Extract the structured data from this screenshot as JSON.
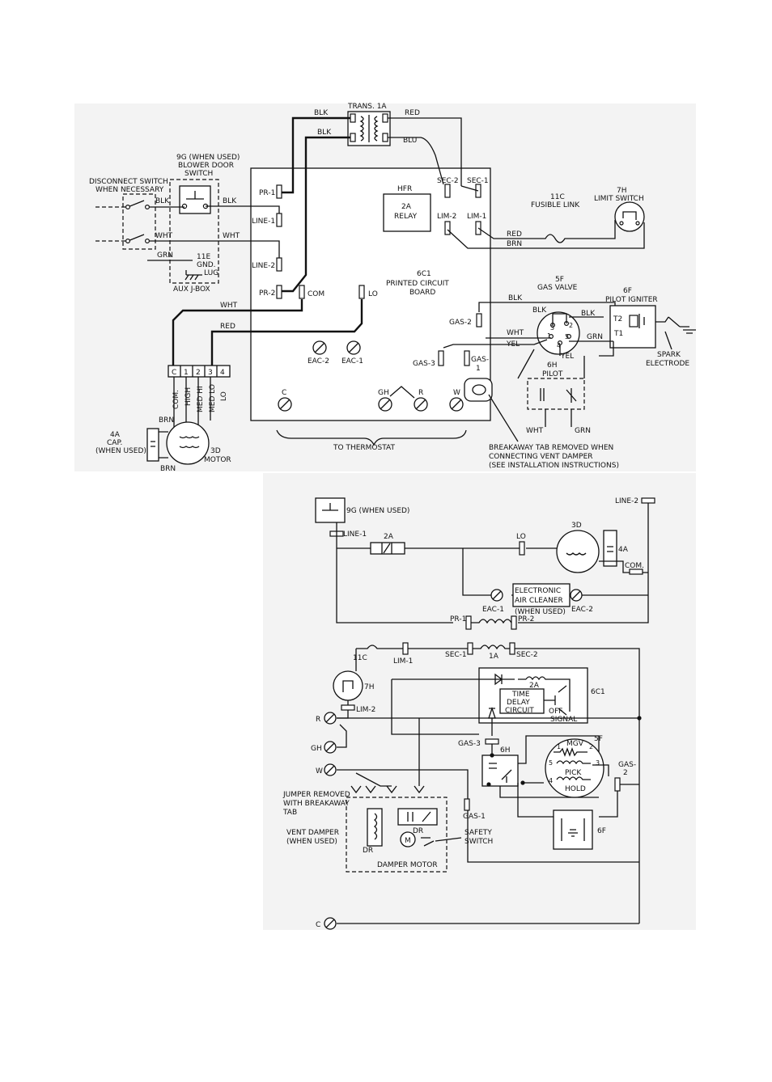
{
  "top": {
    "trans_1a": "TRANS. 1A",
    "blk_1": "BLK",
    "blk_2": "BLK",
    "red": "RED",
    "blu": "BLU",
    "blower_door_1": "9G (WHEN USED)",
    "blower_door_2": "BLOWER DOOR",
    "blower_door_3": "SWITCH",
    "disconnect_1": "DISCONNECT SWITCH",
    "disconnect_2": "WHEN NECESSARY",
    "blk_3": "BLK",
    "blk_4": "BLK",
    "wht_1": "WHT",
    "wht_2": "WHT",
    "grn_1": "GRN",
    "gnd_1": "11E",
    "gnd_2": "GND.",
    "gnd_3": "LUG",
    "aux_jbox": "AUX J-BOX",
    "pr1": "PR-1",
    "line1": "LINE-1",
    "line2": "LINE-2",
    "pr2": "PR-2",
    "com": "COM",
    "lo": "LO",
    "hfr": "HFR",
    "relay_1": "2A",
    "relay_2": "RELAY",
    "sec2": "SEC-2",
    "sec1": "SEC-1",
    "lim2": "LIM-2",
    "lim1": "LIM-1",
    "board_1": "6C1",
    "board_2": "PRINTED CIRCUIT",
    "board_3": "BOARD",
    "fusible_1": "11C",
    "fusible_2": "FUSIBLE LINK",
    "limit_1": "7H",
    "limit_2": "LIMIT SWITCH",
    "red_2": "RED",
    "brn_1": "BRN",
    "gasvalve_1": "5F",
    "gasvalve_2": "GAS VALVE",
    "igniter_1": "6F",
    "igniter_2": "PILOT IGNITER",
    "blk_5": "BLK",
    "blk_6": "BLK",
    "blk_7": "BLK",
    "gas2": "GAS-2",
    "wht_3": "WHT",
    "yel_1": "YEL",
    "grn_2": "GRN",
    "t2": "T2",
    "t1": "T1",
    "gas3": "GAS-3",
    "gas1_a": "GAS-",
    "gas1_b": "1",
    "yel_2": "YEL",
    "pilot_1": "6H",
    "pilot_2": "PILOT",
    "spark_1": "SPARK",
    "spark_2": "ELECTRODE",
    "wht_4": "WHT",
    "red_3": "RED",
    "eac2": "EAC-2",
    "eac1": "EAC-1",
    "c": "C",
    "gh": "GH",
    "r": "R",
    "w": "W",
    "wht_5": "WHT",
    "grn_3": "GRN",
    "to_thermostat": "TO THERMOSTAT",
    "breakaway_1": "BREAKAWAY TAB REMOVED WHEN",
    "breakaway_2": "CONNECTING VENT DAMPER",
    "breakaway_3": "(SEE INSTALLATION INSTRUCTIONS)",
    "tb_c": "C",
    "tb_1": "1",
    "tb_2": "2",
    "tb_3": "3",
    "tb_4": "4",
    "com_v": "COM.",
    "high_v": "HIGH",
    "medhi_v": "MED HI",
    "medlo_v": "MED LO",
    "lo_v": "LO",
    "brn_2": "BRN",
    "brn_3": "BRN",
    "cap_1": "4A",
    "cap_2": "CAP.",
    "cap_3": "(WHEN USED)",
    "motor_1": "3D",
    "motor_2": "MOTOR"
  },
  "ladder1": {
    "sw9g": "9G (WHEN USED)",
    "line2": "LINE-2",
    "line1": "LINE-1",
    "r2a": "2A",
    "lo": "LO",
    "m3d": "3D",
    "c4a": "4A",
    "com": "COM.",
    "eac_1": "ELECTRONIC",
    "eac_2": "AIR CLEANER",
    "eac_3": "(WHEN USED)",
    "eac1": "EAC-1",
    "eac2": "EAC-2",
    "pr1": "PR-1",
    "pr2": "PR-2"
  },
  "ladder2": {
    "f11c": "11C",
    "lim1": "LIM-1",
    "sec1": "SEC-1",
    "t1a": "1A",
    "sec2": "SEC-2",
    "s7h": "7H",
    "lim2": "LIM-2",
    "k2a": "2A",
    "b6c1": "6C1",
    "td_1": "TIME",
    "td_2": "DELAY",
    "td_3": "CIRCUIT",
    "off": "OFF",
    "signal": "SIGNAL",
    "r": "R",
    "gh": "GH",
    "w": "W",
    "gas3": "GAS-3",
    "p6h": "6H",
    "mgv": "MGV",
    "v5f": "5F",
    "n1": "1",
    "n2": "2",
    "n3": "3",
    "n4": "4",
    "n5": "5",
    "pick": "PICK",
    "hold": "HOLD",
    "gas2_a": "GAS-",
    "gas2_b": "2",
    "gas1": "GAS-1",
    "jumper_1": "JUMPER REMOVED",
    "jumper_2": "WITH BREAKAWAY",
    "jumper_3": "TAB",
    "vent_1": "VENT DAMPER",
    "vent_2": "(WHEN USED)",
    "dr_1": "DR",
    "dr_2": "DR",
    "m": "M",
    "safety_1": "SAFETY",
    "safety_2": "SWITCH",
    "i6f": "6F",
    "damper_motor": "DAMPER MOTOR",
    "c": "C"
  }
}
